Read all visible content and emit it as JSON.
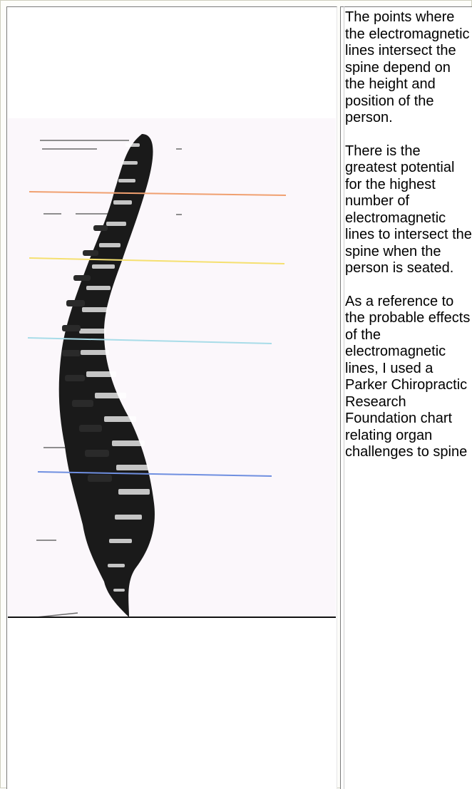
{
  "article": {
    "paragraphs": [
      "The points where the electromagnetic lines intersect the spine depend on the height and position of the person.",
      "There is the greatest potential for the highest number of electromagnetic lines to intersect the spine when the person is seated.",
      "As a reference to the probable effects of the electromagnetic lines, I used a Parker Chiropractic Research Foundation chart relating organ challenges to spine"
    ]
  },
  "figure": {
    "subject": "spine-illustration",
    "line_colors": [
      "#f0a070",
      "#f5e070",
      "#a8dce8",
      "#6f8fe0"
    ]
  }
}
